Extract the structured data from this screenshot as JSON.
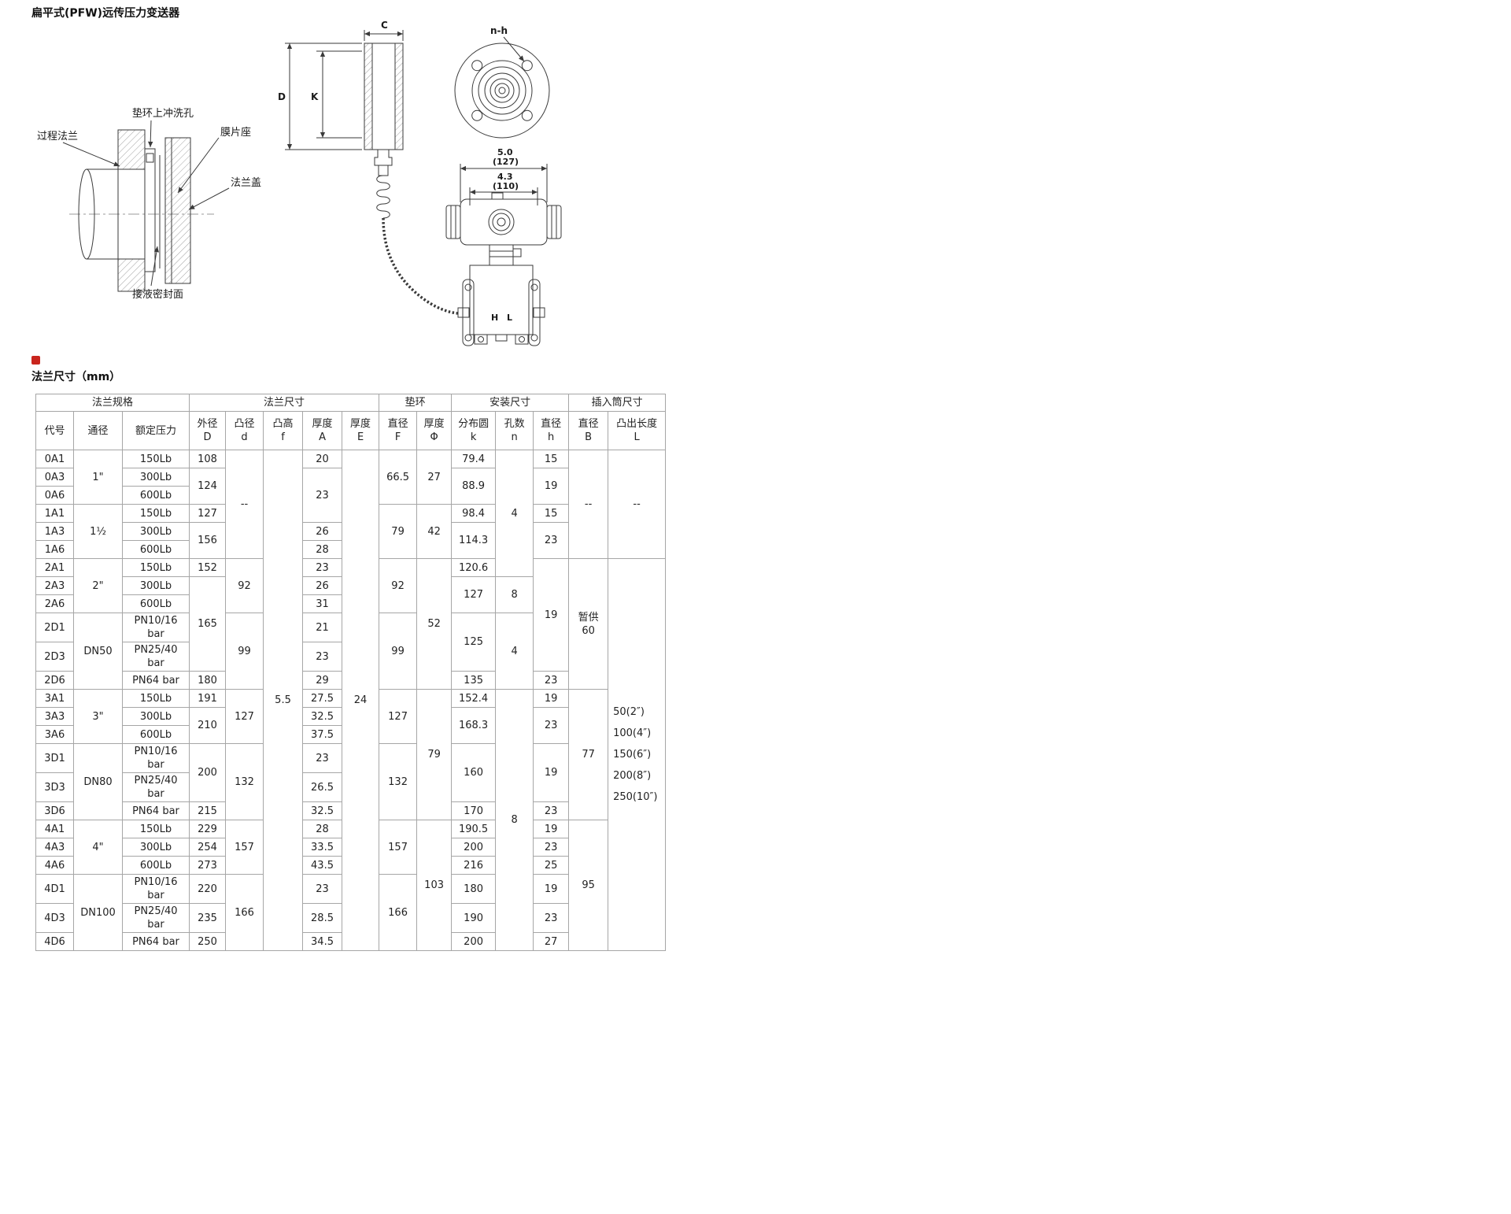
{
  "page": {
    "title": "扁平式(PFW)远传压力变送器",
    "section_heading": "法兰尺寸（mm）"
  },
  "drawing": {
    "labels": {
      "process_flange": "过程法兰",
      "flush_hole": "垫环上冲洗孔",
      "diaphragm_seat": "膜片座",
      "flange_cover": "法兰盖",
      "wetted_seal_face": "接液密封面",
      "dim_c": "C",
      "dim_d": "D",
      "dim_k": "K",
      "bolt_holes": "n-h",
      "dim_width_in": "5.0",
      "dim_width_mm": "(127)",
      "dim_body_in": "4.3",
      "dim_body_mm": "(110)",
      "port_h": "H",
      "port_l": "L"
    }
  },
  "table": {
    "group_headers": [
      {
        "label": "法兰规格",
        "span": 3
      },
      {
        "label": "法兰尺寸",
        "span": 5
      },
      {
        "label": "垫环",
        "span": 2
      },
      {
        "label": "安装尺寸",
        "span": 3
      },
      {
        "label": "插入筒尺寸",
        "span": 2
      }
    ],
    "column_headers": [
      "代号",
      "通径",
      "额定压力",
      "外径\nD",
      "凸径\nd",
      "凸高\nf",
      "厚度\nA",
      "厚度\nE",
      "直径\nF",
      "厚度\nΦ",
      "分布圆\nk",
      "孔数\nn",
      "直径\nh",
      "直径\nB",
      "凸出长度\nL"
    ],
    "rows": [
      [
        {
          "t": "0A1"
        },
        {
          "t": "1\"",
          "rs": 3
        },
        {
          "t": "150Lb"
        },
        {
          "t": "108"
        },
        {
          "t": "--",
          "rs": 6
        },
        {
          "t": "5.5",
          "rs": 24
        },
        {
          "t": "20"
        },
        {
          "t": "24",
          "rs": 24
        },
        {
          "t": "66.5",
          "rs": 3
        },
        {
          "t": "27",
          "rs": 3
        },
        {
          "t": "79.4"
        },
        {
          "t": "4",
          "rs": 7
        },
        {
          "t": "15"
        },
        {
          "t": "--",
          "rs": 6
        },
        {
          "t": "--",
          "rs": 6
        }
      ],
      [
        {
          "t": "0A3"
        },
        null,
        {
          "t": "300Lb"
        },
        {
          "t": "124",
          "rs": 2
        },
        null,
        null,
        {
          "t": "23",
          "rs": 3
        },
        null,
        null,
        null,
        {
          "t": "88.9",
          "rs": 2
        },
        null,
        {
          "t": "19",
          "rs": 2
        },
        null,
        null
      ],
      [
        {
          "t": "0A6"
        },
        null,
        {
          "t": "600Lb"
        },
        null,
        null,
        null,
        null,
        null,
        null,
        null,
        null,
        null,
        null,
        null,
        null
      ],
      [
        {
          "t": "1A1"
        },
        {
          "t": "1½",
          "rs": 3
        },
        {
          "t": "150Lb"
        },
        {
          "t": "127"
        },
        null,
        null,
        null,
        null,
        {
          "t": "79",
          "rs": 3
        },
        {
          "t": "42",
          "rs": 3
        },
        {
          "t": "98.4"
        },
        null,
        {
          "t": "15"
        },
        null,
        null
      ],
      [
        {
          "t": "1A3"
        },
        null,
        {
          "t": "300Lb"
        },
        {
          "t": "156",
          "rs": 2
        },
        null,
        null,
        {
          "t": "26"
        },
        null,
        null,
        null,
        {
          "t": "114.3",
          "rs": 2
        },
        null,
        {
          "t": "23",
          "rs": 2
        },
        null,
        null
      ],
      [
        {
          "t": "1A6"
        },
        null,
        {
          "t": "600Lb"
        },
        null,
        null,
        null,
        {
          "t": "28"
        },
        null,
        null,
        null,
        null,
        null,
        null,
        null,
        null
      ],
      [
        {
          "t": "2A1"
        },
        {
          "t": "2\"",
          "rs": 3
        },
        {
          "t": "150Lb"
        },
        {
          "t": "152"
        },
        {
          "t": "92",
          "rs": 3
        },
        null,
        {
          "t": "23"
        },
        null,
        {
          "t": "92",
          "rs": 3
        },
        {
          "t": "52",
          "rs": 6
        },
        {
          "t": "120.6"
        },
        null,
        {
          "t": "19",
          "rs": 5
        },
        {
          "t": "暂供\n60",
          "rs": 6
        },
        {
          "t": "50(2″)\n100(4″)\n150(6″)\n200(8″)\n250(10″)",
          "rs": 18,
          "c": "l-list"
        }
      ],
      [
        {
          "t": "2A3"
        },
        null,
        {
          "t": "300Lb"
        },
        {
          "t": "165",
          "rs": 4
        },
        null,
        null,
        {
          "t": "26"
        },
        null,
        null,
        null,
        {
          "t": "127",
          "rs": 2
        },
        {
          "t": "8",
          "rs": 2
        },
        null,
        null,
        null
      ],
      [
        {
          "t": "2A6"
        },
        null,
        {
          "t": "600Lb"
        },
        null,
        null,
        null,
        {
          "t": "31"
        },
        null,
        null,
        null,
        null,
        null,
        null,
        null,
        null
      ],
      [
        {
          "t": "2D1"
        },
        {
          "t": "DN50",
          "rs": 3
        },
        {
          "t": "PN10/16\nbar"
        },
        null,
        {
          "t": "99",
          "rs": 3
        },
        null,
        {
          "t": "21"
        },
        null,
        {
          "t": "99",
          "rs": 3
        },
        null,
        {
          "t": "125",
          "rs": 2
        },
        {
          "t": "4",
          "rs": 3
        },
        null,
        null,
        null
      ],
      [
        {
          "t": "2D3"
        },
        null,
        {
          "t": "PN25/40\nbar"
        },
        null,
        null,
        null,
        {
          "t": "23"
        },
        null,
        null,
        null,
        null,
        null,
        null,
        null,
        null
      ],
      [
        {
          "t": "2D6"
        },
        null,
        {
          "t": "PN64 bar"
        },
        {
          "t": "180"
        },
        null,
        null,
        {
          "t": "29"
        },
        null,
        null,
        null,
        {
          "t": "135"
        },
        null,
        {
          "t": "23"
        },
        null,
        null
      ],
      [
        {
          "t": "3A1"
        },
        {
          "t": "3\"",
          "rs": 3
        },
        {
          "t": "150Lb"
        },
        {
          "t": "191"
        },
        {
          "t": "127",
          "rs": 3
        },
        null,
        {
          "t": "27.5"
        },
        null,
        {
          "t": "127",
          "rs": 3
        },
        {
          "t": "79",
          "rs": 6
        },
        {
          "t": "152.4"
        },
        {
          "t": "8",
          "rs": 12
        },
        {
          "t": "19"
        },
        {
          "t": "77",
          "rs": 6
        },
        null
      ],
      [
        {
          "t": "3A3"
        },
        null,
        {
          "t": "300Lb"
        },
        {
          "t": "210",
          "rs": 2
        },
        null,
        null,
        {
          "t": "32.5"
        },
        null,
        null,
        null,
        {
          "t": "168.3",
          "rs": 2
        },
        null,
        {
          "t": "23",
          "rs": 2
        },
        null,
        null
      ],
      [
        {
          "t": "3A6"
        },
        null,
        {
          "t": "600Lb"
        },
        null,
        null,
        null,
        {
          "t": "37.5"
        },
        null,
        null,
        null,
        null,
        null,
        null,
        null,
        null
      ],
      [
        {
          "t": "3D1"
        },
        {
          "t": "DN80",
          "rs": 3
        },
        {
          "t": "PN10/16\nbar"
        },
        {
          "t": "200",
          "rs": 2
        },
        {
          "t": "132",
          "rs": 3
        },
        null,
        {
          "t": "23"
        },
        null,
        {
          "t": "132",
          "rs": 3
        },
        null,
        {
          "t": "160",
          "rs": 2
        },
        null,
        {
          "t": "19",
          "rs": 2
        },
        null,
        null
      ],
      [
        {
          "t": "3D3"
        },
        null,
        {
          "t": "PN25/40\nbar"
        },
        null,
        null,
        null,
        {
          "t": "26.5"
        },
        null,
        null,
        null,
        null,
        null,
        null,
        null,
        null
      ],
      [
        {
          "t": "3D6"
        },
        null,
        {
          "t": "PN64 bar"
        },
        {
          "t": "215"
        },
        null,
        null,
        {
          "t": "32.5"
        },
        null,
        null,
        null,
        {
          "t": "170"
        },
        null,
        {
          "t": "23"
        },
        null,
        null
      ],
      [
        {
          "t": "4A1"
        },
        {
          "t": "4\"",
          "rs": 3
        },
        {
          "t": "150Lb"
        },
        {
          "t": "229"
        },
        {
          "t": "157",
          "rs": 3
        },
        null,
        {
          "t": "28"
        },
        null,
        {
          "t": "157",
          "rs": 3
        },
        {
          "t": "103",
          "rs": 6
        },
        {
          "t": "190.5"
        },
        null,
        {
          "t": "19"
        },
        {
          "t": "95",
          "rs": 6
        },
        null
      ],
      [
        {
          "t": "4A3"
        },
        null,
        {
          "t": "300Lb"
        },
        {
          "t": "254"
        },
        null,
        null,
        {
          "t": "33.5"
        },
        null,
        null,
        null,
        {
          "t": "200"
        },
        null,
        {
          "t": "23"
        },
        null,
        null
      ],
      [
        {
          "t": "4A6"
        },
        null,
        {
          "t": "600Lb"
        },
        {
          "t": "273"
        },
        null,
        null,
        {
          "t": "43.5"
        },
        null,
        null,
        null,
        {
          "t": "216"
        },
        null,
        {
          "t": "25"
        },
        null,
        null
      ],
      [
        {
          "t": "4D1"
        },
        {
          "t": "DN100",
          "rs": 3
        },
        {
          "t": "PN10/16\nbar"
        },
        {
          "t": "220"
        },
        {
          "t": "166",
          "rs": 3
        },
        null,
        {
          "t": "23"
        },
        null,
        {
          "t": "166",
          "rs": 3
        },
        null,
        {
          "t": "180"
        },
        null,
        {
          "t": "19"
        },
        null,
        null
      ],
      [
        {
          "t": "4D3"
        },
        null,
        {
          "t": "PN25/40\nbar"
        },
        {
          "t": "235"
        },
        null,
        null,
        {
          "t": "28.5"
        },
        null,
        null,
        null,
        {
          "t": "190"
        },
        null,
        {
          "t": "23"
        },
        null,
        null
      ],
      [
        {
          "t": "4D6"
        },
        null,
        {
          "t": "PN64 bar"
        },
        {
          "t": "250"
        },
        null,
        null,
        {
          "t": "34.5"
        },
        null,
        null,
        null,
        {
          "t": "200"
        },
        null,
        {
          "t": "27"
        },
        null,
        null
      ]
    ]
  }
}
